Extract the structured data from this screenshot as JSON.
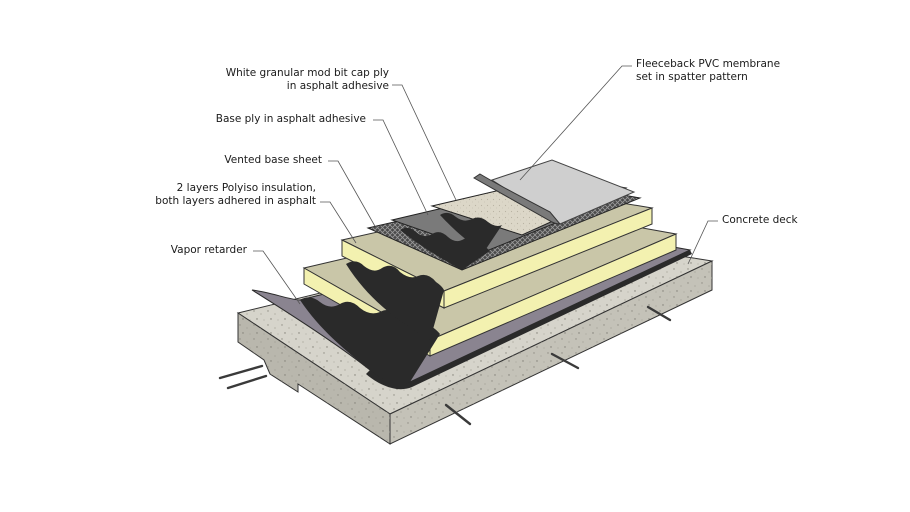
{
  "labels": {
    "cap_ply": [
      "White granular mod bit cap ply",
      "in asphalt adhesive"
    ],
    "pvc": [
      "Fleeceback PVC membrane",
      "set  in spatter pattern"
    ],
    "base_ply": "Base ply in asphalt adhesive",
    "vented": "Vented base sheet",
    "insulation": [
      "2 layers Polyiso insulation,",
      "both layers adhered in asphalt"
    ],
    "concrete": "Concrete deck",
    "vapor": "Vapor retarder"
  },
  "colors": {
    "concrete_top": "#d6d4cb",
    "concrete_side": "#c4c2b8",
    "concrete_front": "#b9b7ad",
    "vapor": "#8a8490",
    "vapor_dark": "#2a2a2a",
    "polyiso_top": "#c9c6a8",
    "polyiso_side": "#f3f1b0",
    "vented": "#5a5a5a",
    "base_ply": "#7a7a7a",
    "cap_ply": "#d9d3c4",
    "pvc": "#cfcfcf",
    "rebar": "#3a3a3a"
  }
}
